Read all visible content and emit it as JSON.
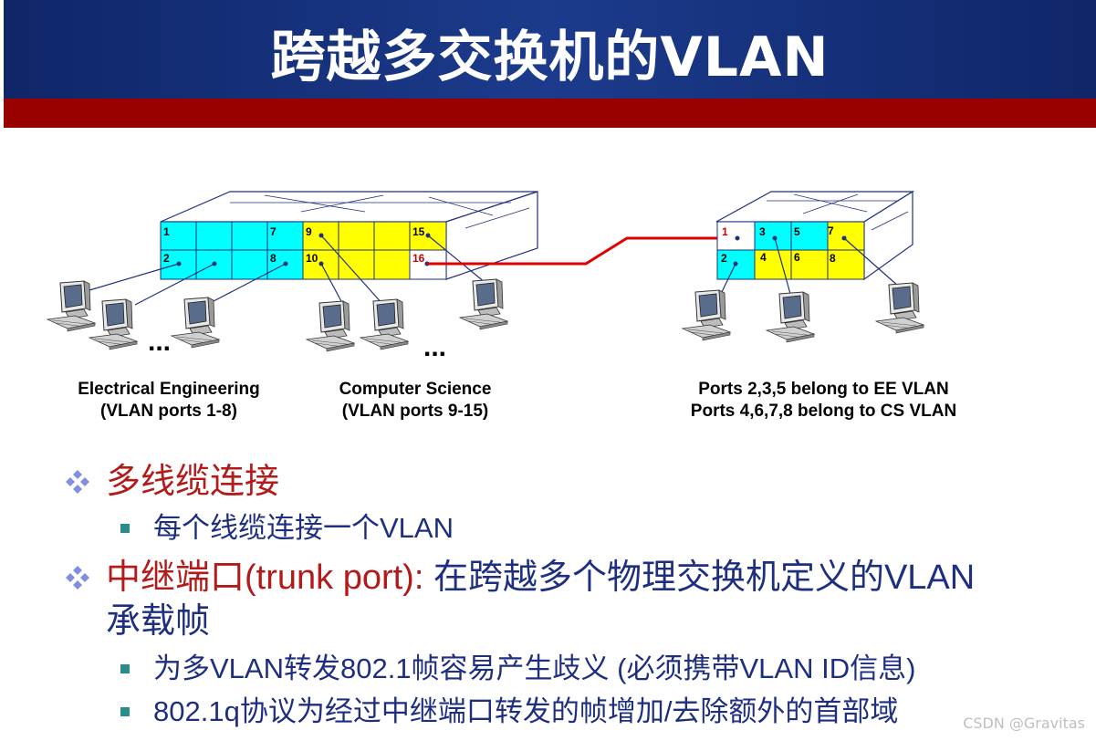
{
  "title": "跨越多交换机的VLAN",
  "colors": {
    "header_blue": "#1c3b8c",
    "header_red": "#990000",
    "cyan_port": "#00ffff",
    "yellow_port": "#ffff00",
    "link_red": "#e00000",
    "bullet_red": "#b31a1a",
    "text_blue": "#1f2f80"
  },
  "switch_left": {
    "ports_top": [
      "1",
      "",
      "",
      "7",
      "9",
      "",
      "",
      "15"
    ],
    "ports_bottom": [
      "2",
      "",
      "",
      "8",
      "10",
      "",
      "",
      "16"
    ],
    "cyan_columns": 4,
    "trunk_port": "16"
  },
  "switch_right": {
    "ports_top": [
      "1",
      "3",
      "5",
      "7"
    ],
    "ports_bottom": [
      "2",
      "4",
      "6",
      "8"
    ],
    "trunk_port": "1"
  },
  "ellipsis": "...",
  "captions": {
    "ee": "Electrical Engineering",
    "ee_ports": "(VLAN ports 1-8)",
    "cs": "Computer Science",
    "cs_ports": "(VLAN ports 9-15)",
    "right_1": "Ports 2,3,5 belong to EE VLAN",
    "right_2": "Ports 4,6,7,8 belong to CS VLAN"
  },
  "bullets": {
    "b1": "多线缆连接",
    "b1_sub": "每个线缆连接一个VLAN",
    "b2_red": "中继端口(trunk port):",
    "b2_blue": " 在跨越多个物理交换机定义的VLAN",
    "b2_cont": "承载帧",
    "b2_sub1": "为多VLAN转发802.1帧容易产生歧义 (必须携带VLAN ID信息)",
    "b2_sub2": "802.1q协议为经过中继端口转发的帧增加/去除额外的首部域"
  },
  "watermark": "CSDN @Gravitas"
}
